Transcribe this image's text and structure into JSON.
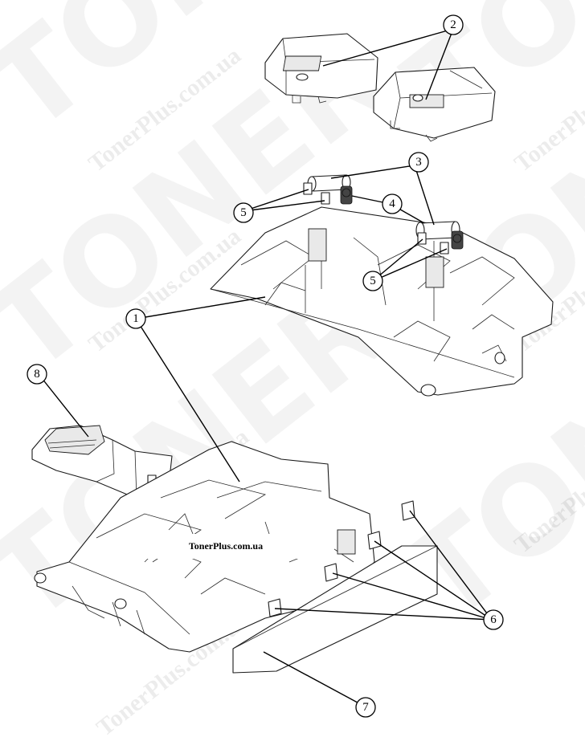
{
  "watermark": {
    "big_text": "TONER",
    "small_text": "TonerPlus.com.ua"
  },
  "site_label": "TonerPlus.com.ua",
  "callouts": [
    "1",
    "2",
    "3",
    "4",
    "5",
    "5",
    "6",
    "7",
    "8"
  ]
}
